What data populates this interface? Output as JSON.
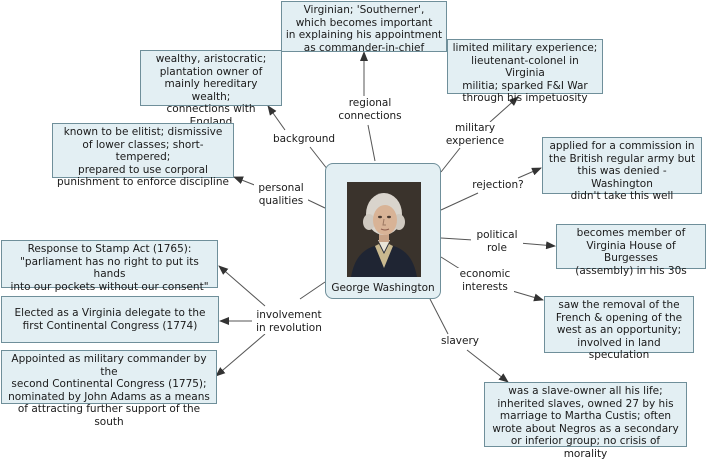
{
  "central": {
    "label": "George Washington",
    "image": "portrait-of-george-washington"
  },
  "links": {
    "regional": "regional\nconnections",
    "background": "background",
    "military": "military\nexperience",
    "personal": "personal\nqualities",
    "rejection": "rejection?",
    "political": "political\nrole",
    "economic": "economic\ninterests",
    "involvement": "involvement\nin revolution",
    "slavery": "slavery"
  },
  "concepts": {
    "regional": "Virginian; 'Southerner',\nwhich becomes important\nin explaining his appointment\nas commander-in-chief",
    "background": "wealthy, aristocratic;\nplantation owner of\nmainly hereditary wealth;\nconnections with England",
    "military": "limited military experience;\nlieutenant-colonel in Virginia\nmilitia; sparked F&I War\nthrough his impetuosity",
    "personal": "known to be elitist; dismissive\nof lower classes; short-tempered;\nprepared to use corporal\npunishment to enforce discipline",
    "rejection": "applied for a commission in\nthe British regular army but\nthis was denied - Washington\ndidn't take this well",
    "political": "becomes member of\nVirginia House of Burgesses\n(assembly) in his 30s",
    "economic": "saw the removal of the\nFrench & opening of the\nwest as an opportunity;\ninvolved in land speculation",
    "stamp_act": "Response to Stamp Act (1765):\n\"parliament has no right to put its hands\ninto our pockets without our consent\"",
    "congress": "Elected as a Virginia delegate to the\nfirst Continental Congress (1774)",
    "commander": "Appointed as military commander by the\nsecond Continental Congress (1775);\nnominated by John Adams as a means\nof attracting further support of the south",
    "slavery": "was a slave-owner all his life;\ninherited slaves, owned 27 by his\nmarriage to Martha Custis; often\nwrote about Negros as a secondary\nor inferior group; no crisis of morality"
  }
}
